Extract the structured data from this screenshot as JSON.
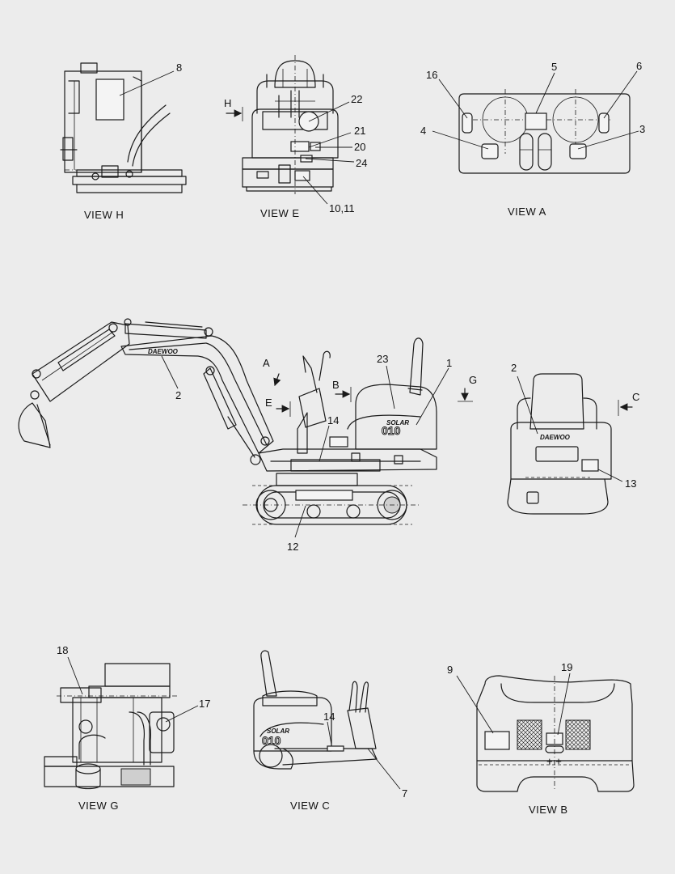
{
  "views": {
    "h": {
      "title": "VIEW  H",
      "labels": {
        "p8": "8"
      }
    },
    "e": {
      "title": "VIEW  E",
      "labels": {
        "h": "H",
        "p22": "22",
        "p21": "21",
        "p20": "20",
        "p24": "24",
        "p10_11": "10,11"
      }
    },
    "a": {
      "title": "VIEW  A",
      "labels": {
        "p16": "16",
        "p5": "5",
        "p6": "6",
        "p4": "4",
        "p3": "3"
      }
    },
    "main": {
      "labels": {
        "a": "A",
        "p23": "23",
        "p1": "1",
        "g": "G",
        "b": "B",
        "e": "E",
        "p2": "2",
        "p14": "14",
        "p12": "12"
      },
      "brand": "DAEWOO",
      "model": "010",
      "series": "SOLAR"
    },
    "rear": {
      "labels": {
        "p2": "2",
        "c": "C",
        "p13": "13"
      },
      "brand": "DAEWOO"
    },
    "g": {
      "title": "VIEW  G",
      "labels": {
        "p18": "18",
        "p17": "17"
      }
    },
    "c": {
      "title": "VIEW  C",
      "labels": {
        "p14": "14",
        "p7": "7"
      },
      "model": "010",
      "series": "SOLAR"
    },
    "b": {
      "title": "VIEW  B",
      "labels": {
        "p9": "9",
        "p19": "19"
      }
    }
  },
  "colors": {
    "background": "#ececec",
    "line": "#1a1a1a"
  }
}
